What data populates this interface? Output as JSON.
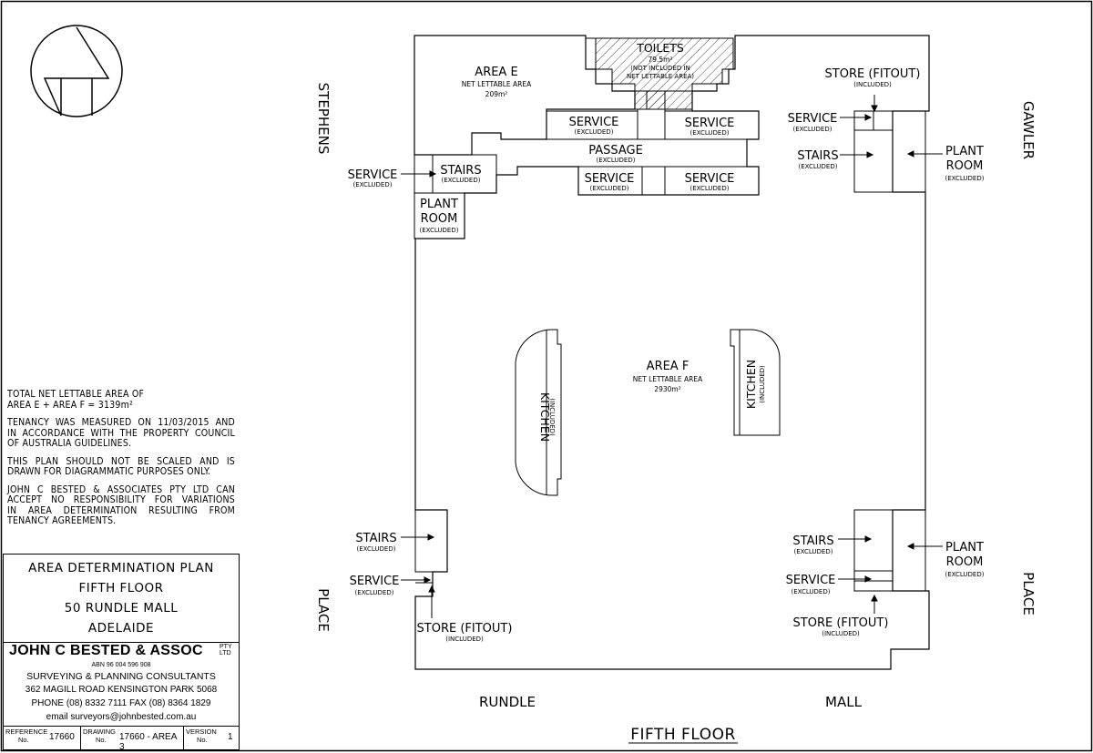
{
  "north_arrow": {
    "icon": "north-arrow-icon"
  },
  "areas": {
    "area_e": {
      "name": "AREA E",
      "sub": "NET LETTABLE AREA",
      "size": "209m²"
    },
    "area_f": {
      "name": "AREA F",
      "sub": "NET LETTABLE AREA",
      "size": "2930m²"
    }
  },
  "toilets": {
    "name": "TOILETS",
    "size": "79.5m²",
    "note1": "(NOT INCLUDED IN",
    "note2": "NET LETTABLE AREA)"
  },
  "labels": {
    "service": "SERVICE",
    "stairs": "STAIRS",
    "plant": "PLANT",
    "room": "ROOM",
    "passage": "PASSAGE",
    "kitchen": "KITCHEN",
    "store": "STORE (FITOUT)",
    "excluded": "(EXCLUDED)",
    "included": "(INCLUDED)"
  },
  "streets": {
    "stephens": "STEPHENS",
    "gawler": "GAWLER",
    "place": "PLACE",
    "rundle": "RUNDLE",
    "mall": "MALL"
  },
  "plan_title": "FIFTH FLOOR",
  "notes": {
    "total_1": "TOTAL NET LETTABLE AREA OF",
    "total_2": "AREA E + AREA F = 3139m²",
    "tenancy_1": "TENANCY WAS MEASURED ON 11/03/2015 AND",
    "tenancy_2": "IN ACCORDANCE WITH THE PROPERTY COUNCIL",
    "tenancy_3": "OF AUSTRALIA GUIDELINES.",
    "scale_1": "THIS PLAN SHOULD NOT BE SCALED AND IS",
    "scale_2": "DRAWN FOR DIAGRAMMATIC PURPOSES ONLY.",
    "resp_1": "JOHN C BESTED & ASSOCIATES PTY LTD CAN",
    "resp_2": "ACCEPT NO RESPONSIBILITY FOR VARIATIONS",
    "resp_3": "IN AREA DETERMINATION RESULTING FROM",
    "resp_4": "TENANCY AGREEMENTS."
  },
  "title_block": {
    "line1": "AREA DETERMINATION PLAN",
    "line2": "FIFTH FLOOR",
    "line3": "50 RUNDLE MALL",
    "line4": "ADELAIDE"
  },
  "company": {
    "name": "JOHN C BESTED & ASSOC",
    "pty": "PTY",
    "ltd": "LTD",
    "abn": "ABN 96 004 596 908",
    "tagline": "SURVEYING & PLANNING CONSULTANTS",
    "address": "362 MAGILL ROAD  KENSINGTON PARK 5068",
    "phone": "PHONE (08) 8332 7111  FAX (08) 8364 1829",
    "email": "email  surveyors@johnbested.com.au"
  },
  "reference": {
    "ref_label_1": "REFERENCE",
    "ref_label_2": "No.",
    "ref_value": "17660",
    "dwg_label_1": "DRAWING",
    "dwg_label_2": "No.",
    "dwg_value": "17660 - AREA 3",
    "ver_label_1": "VERSION",
    "ver_label_2": "No.",
    "ver_value": "1"
  }
}
